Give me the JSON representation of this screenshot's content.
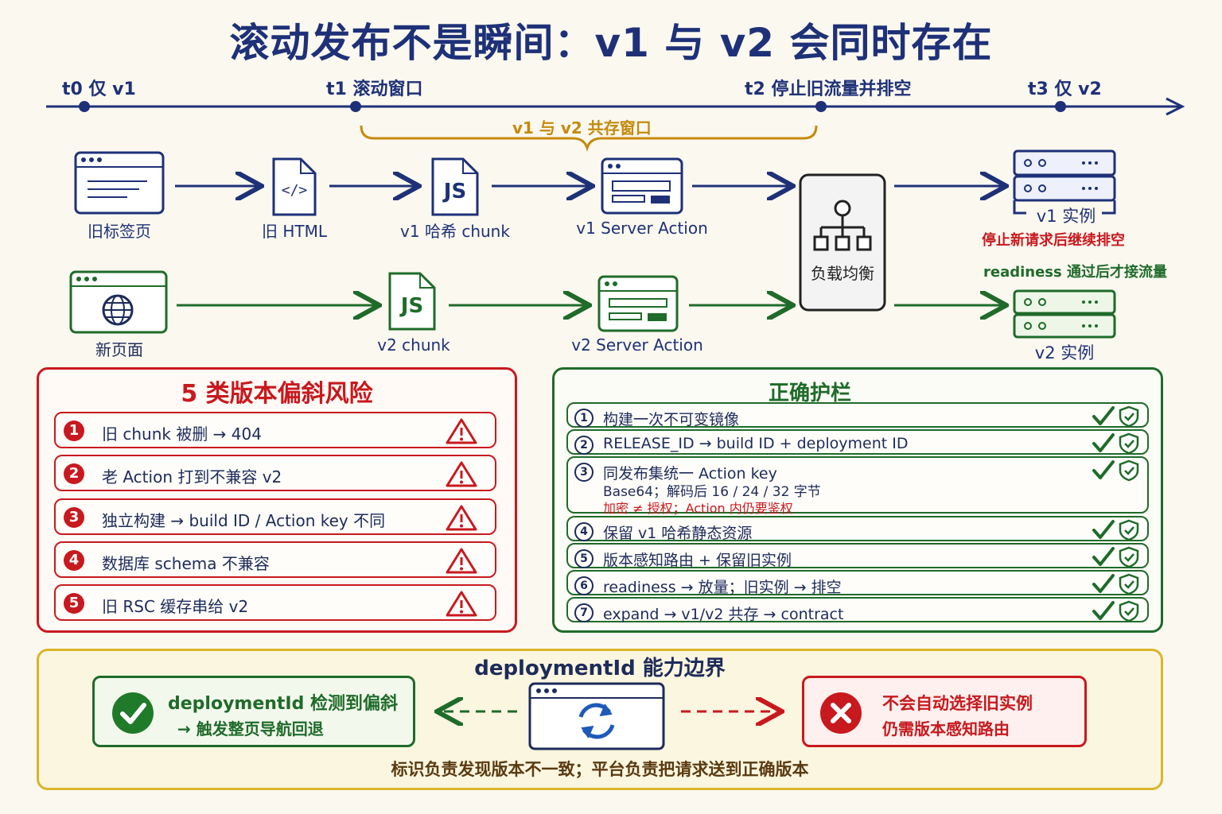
{
  "title": "滚动发布不是瞬间：v1 与 v2 会同时存在",
  "timeline": {
    "t0": "t0 仅 v1",
    "t1": "t1 滚动窗口",
    "t2": "t2 停止旧流量并排空",
    "t3": "t3 仅 v2",
    "coexist": "v1 与 v2 共存窗口"
  },
  "flow": {
    "old_tab": "旧标签页",
    "old_html": "旧 HTML",
    "v1_chunk": "v1 哈希 chunk",
    "v1_action": "v1 Server Action",
    "lb": "负载均衡",
    "v1_instance": "v1 实例",
    "v1_note": "停止新请求后继续排空",
    "v2_note": "readiness 通过后才接流量",
    "new_page": "新页面",
    "v2_chunk": "v2 chunk",
    "v2_action": "v2 Server Action",
    "v2_instance": "v2 实例",
    "js": "JS"
  },
  "risks": {
    "title": "5 类版本偏斜风险",
    "items": [
      {
        "num": "1",
        "text": "旧 chunk 被删 → 404"
      },
      {
        "num": "2",
        "text": "老 Action 打到不兼容 v2"
      },
      {
        "num": "3",
        "text": "独立构建 → build ID / Action key 不同"
      },
      {
        "num": "4",
        "text": "数据库 schema 不兼容"
      },
      {
        "num": "5",
        "text": "旧 RSC 缓存串给 v2"
      }
    ]
  },
  "guards": {
    "title": "正确护栏",
    "items": [
      {
        "num": "1",
        "text": "构建一次不可变镜像"
      },
      {
        "num": "2",
        "text": "RELEASE_ID → build ID + deployment ID"
      },
      {
        "num": "3",
        "text": "同发布集统一 Action key",
        "sub": "Base64；解码后 16 / 24 / 32 字节",
        "warn": "加密 ≠ 授权；Action 内仍要鉴权"
      },
      {
        "num": "4",
        "text": "保留 v1 哈希静态资源"
      },
      {
        "num": "5",
        "text": "版本感知路由 + 保留旧实例"
      },
      {
        "num": "6",
        "text": "readiness → 放量；旧实例 → 排空"
      },
      {
        "num": "7",
        "text": "expand → v1/v2 共存 → contract"
      }
    ]
  },
  "boundary": {
    "title": "deploymentId 能力边界",
    "can_line1": "deploymentId 检测到偏斜",
    "can_line2": "→ 触发整页导航回退",
    "cannot_line1": "不会自动选择旧实例",
    "cannot_line2": "仍需版本感知路由",
    "summary": "标识负责发现版本不一致；平台负责把请求送到正确版本"
  },
  "colors": {
    "navy": "#1e3178",
    "green": "#1f6b2a",
    "red": "#c8191e",
    "amber": "#c58a0c"
  }
}
